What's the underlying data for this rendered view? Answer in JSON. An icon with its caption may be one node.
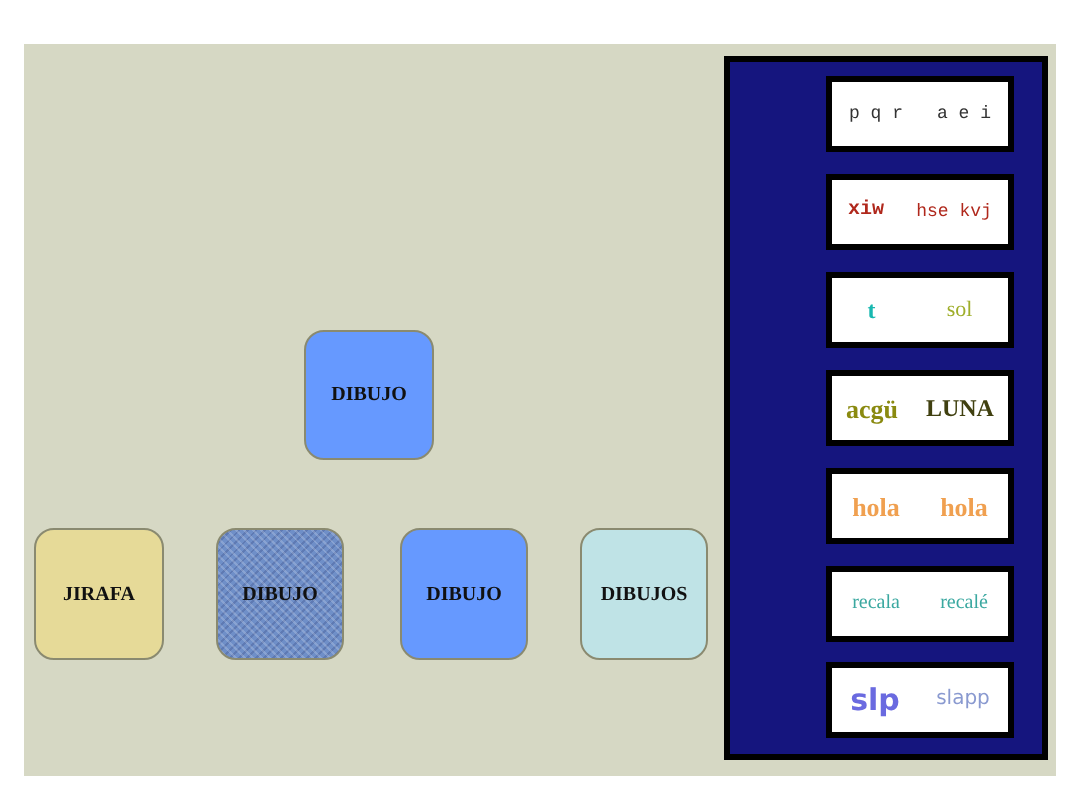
{
  "diagram": {
    "nodes": [
      {
        "text": [
          "DIBUJO"
        ]
      },
      {
        "text": [
          "JIRAFA"
        ]
      },
      {
        "text": [
          "DIBUJO"
        ]
      },
      {
        "text": [
          "DIBUJO"
        ]
      },
      {
        "text": [
          "DIBUJOS"
        ]
      },
      {
        "text": [],
        "shape": "box"
      },
      {
        "text": [
          "p q r",
          "a e i"
        ],
        "in": 5
      },
      {
        "text": [
          "xiw",
          "hse kvj"
        ],
        "in": 5
      },
      {
        "text": [
          "t",
          "sol"
        ],
        "in": 5
      },
      {
        "text": [
          "acgü",
          "LUNA"
        ],
        "in": 5
      },
      {
        "text": [
          "hola",
          "hola"
        ],
        "in": 5
      },
      {
        "text": [
          "recala",
          "recalé"
        ],
        "in": 5
      },
      {
        "text": [
          "slp",
          "slapp"
        ],
        "in": 5
      }
    ],
    "edges": []
  }
}
